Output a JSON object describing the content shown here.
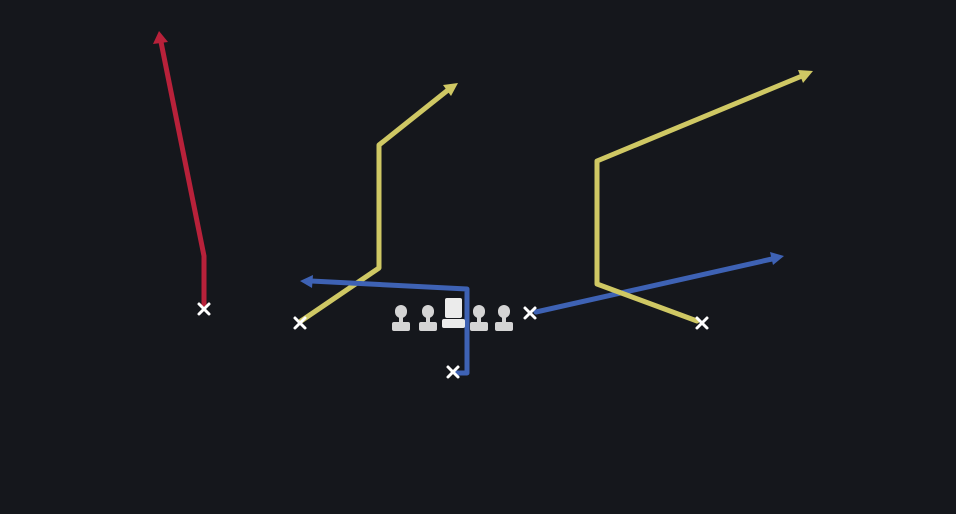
{
  "colors": {
    "background": "#15171c",
    "red_route": "#b8213a",
    "yellow_route": "#cfc864",
    "blue_route": "#3e62b4",
    "player_marker": "#ffffff",
    "lineman": "#d4d4d4",
    "center": "#ebebeb"
  },
  "routes": [
    {
      "id": "red-route",
      "color": "red",
      "icon": "x-marker"
    },
    {
      "id": "yellow-route-left",
      "color": "yellow",
      "icon": "x-marker"
    },
    {
      "id": "blue-route-back",
      "color": "blue",
      "icon": "x-marker"
    },
    {
      "id": "blue-route-slot",
      "color": "blue",
      "icon": "x-marker"
    },
    {
      "id": "yellow-route-right",
      "color": "yellow",
      "icon": "x-marker"
    }
  ],
  "offensive_line": [
    "tackle-icon",
    "guard-icon",
    "center-icon",
    "guard-icon",
    "tackle-icon"
  ]
}
